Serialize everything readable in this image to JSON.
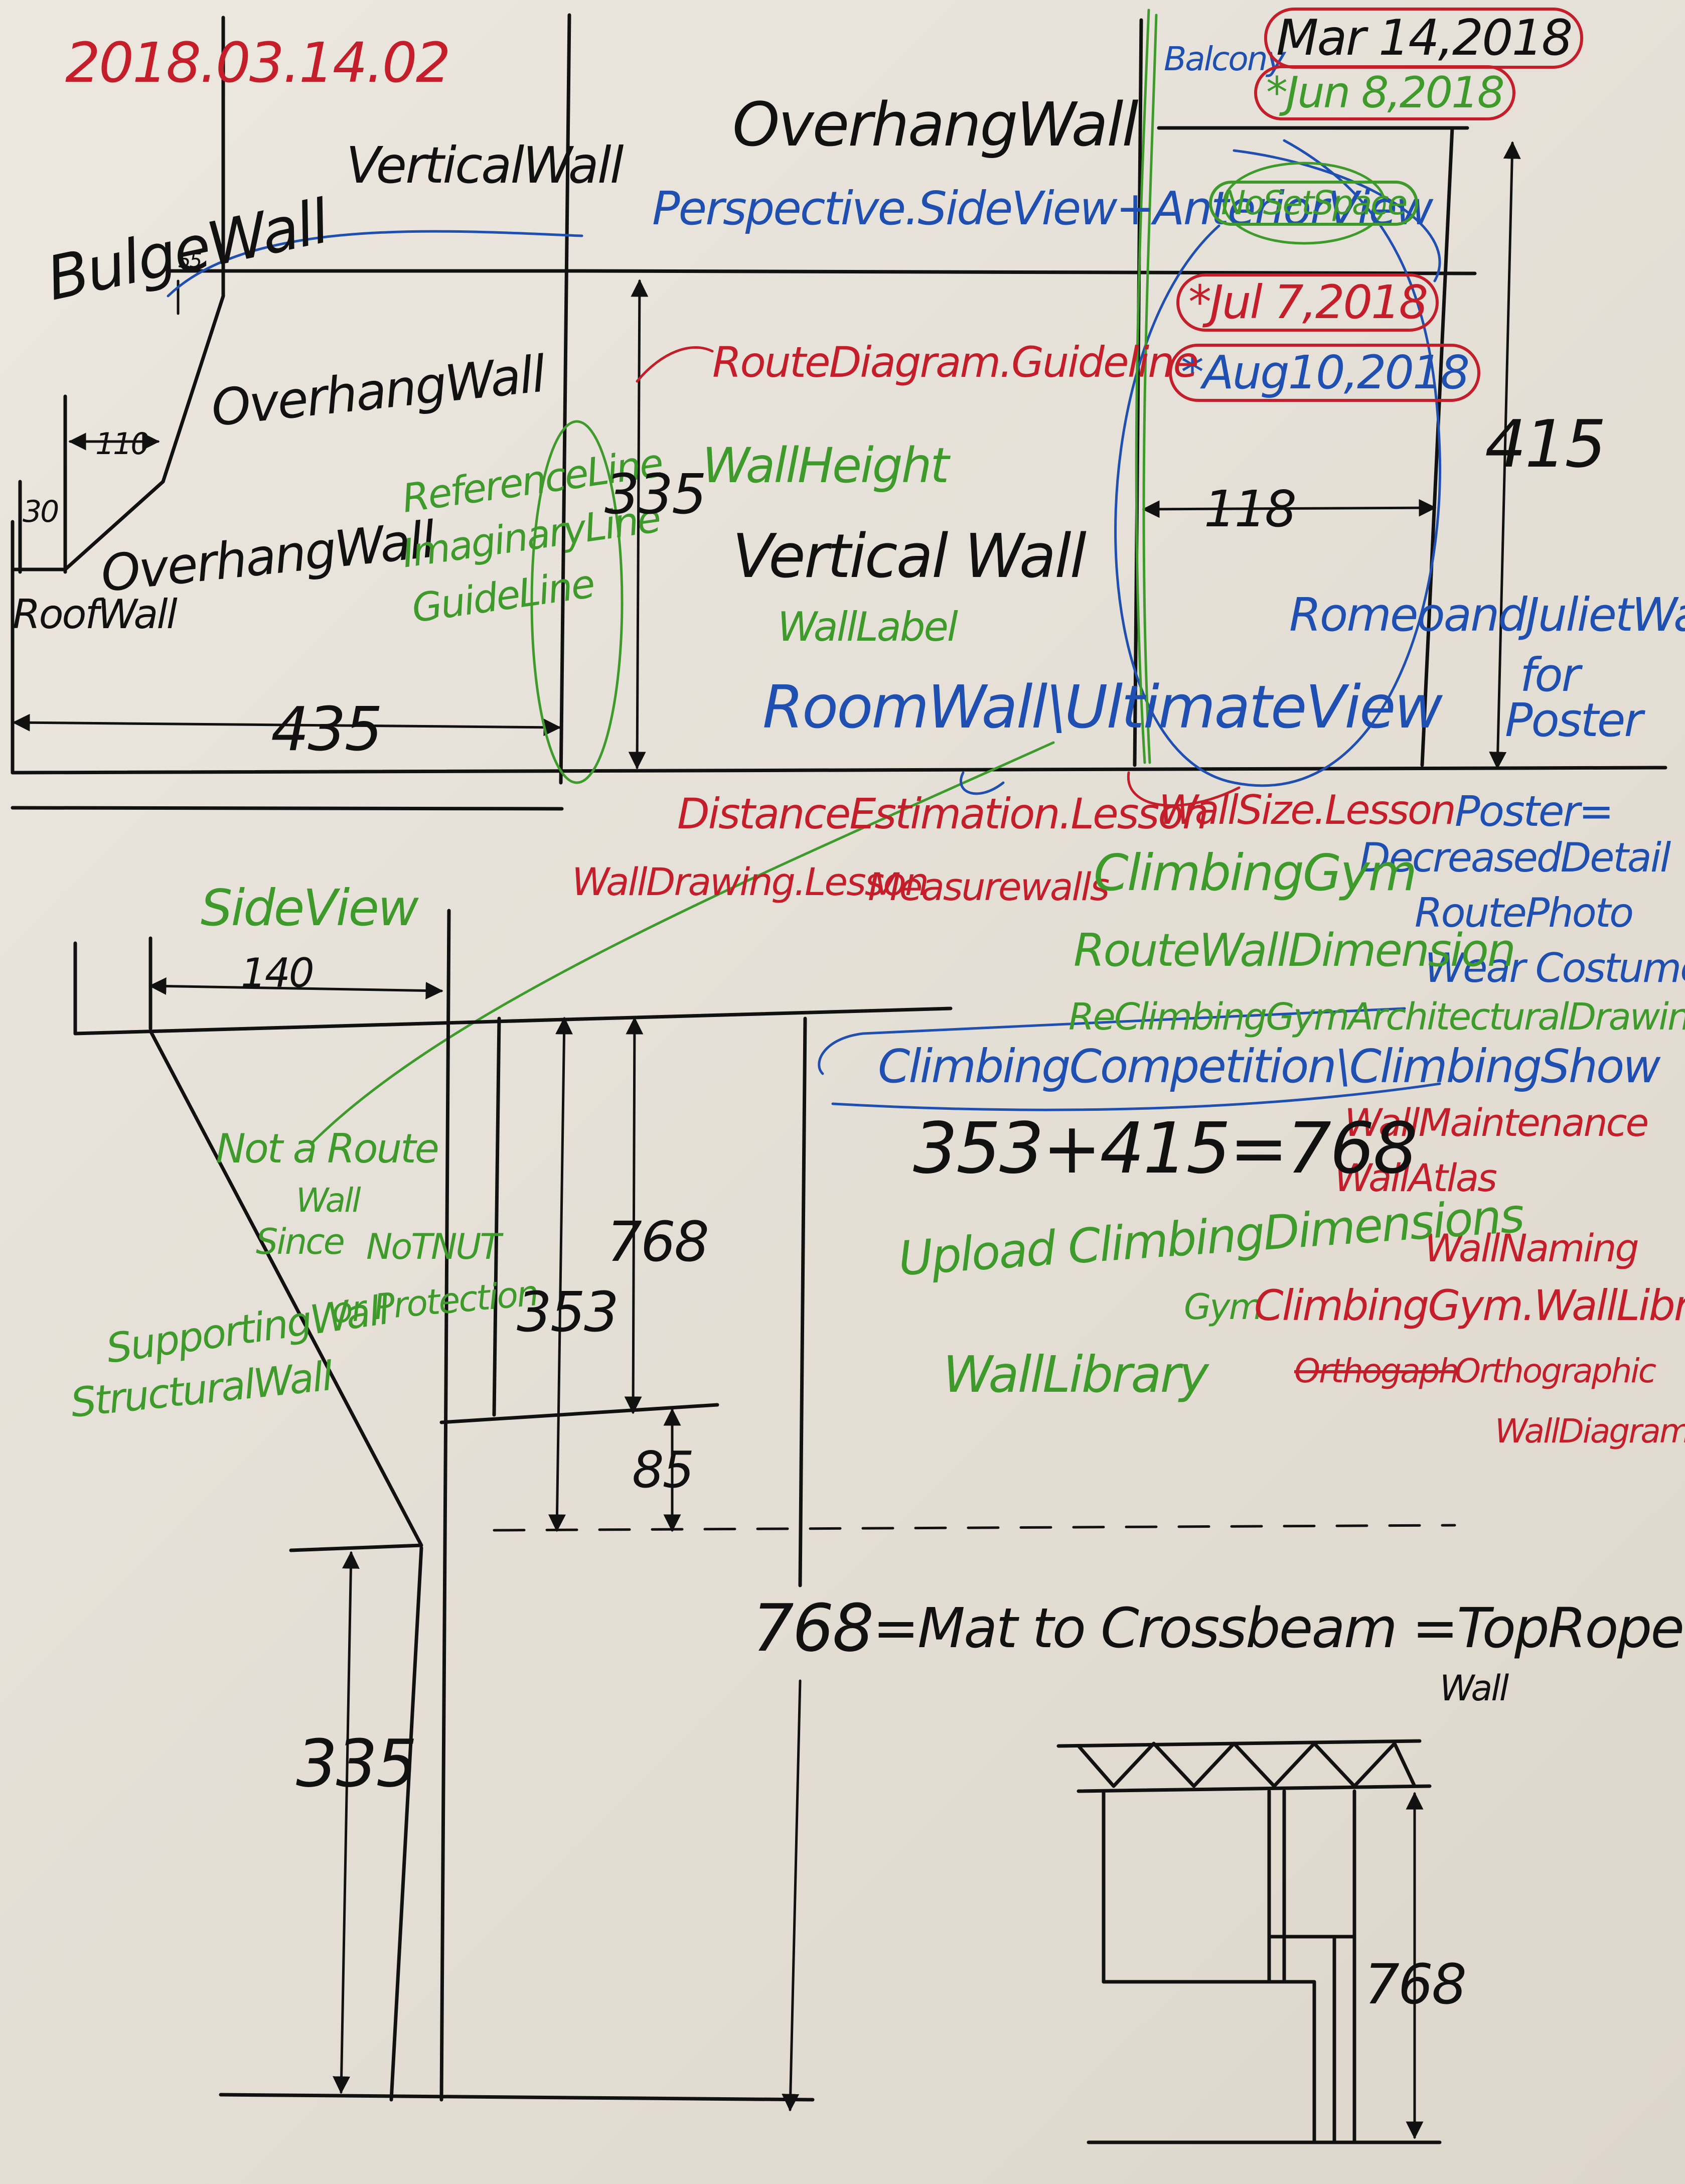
{
  "sheet": {
    "timestamp": "2018.03.14.02",
    "balcony": "Balcony",
    "dates": {
      "mar14": "Mar 14,2018",
      "jun8": "*Jun 8,2018",
      "jul7": "*Jul 7,2018",
      "aug10": "*Aug10,2018"
    }
  },
  "top_section": {
    "labels": {
      "bulge_wall": "BulgeWall",
      "vertical_wall_top": "VerticalWall",
      "overhang_wall_top": "OverhangWall",
      "overhang_wall_mid": "OverhangWall",
      "overhang_wall_low": "OverhangWall",
      "roof_wall": "RoofWall",
      "vertical_wall_center": "Vertical Wall",
      "wall_label": "WallLabel",
      "wall_height": "WallHeight",
      "no_set_space": "NoSetSpace",
      "perspective": "Perspective.SideView+AnteriorView",
      "route_diagram": "RouteDiagram.Guideline",
      "reference_line_1": "ReferenceLine",
      "reference_line_2": "ImaginaryLine",
      "reference_line_3": "GuideLine",
      "room_wall": "RoomWall\\UltimateView",
      "romeo_1": "RomeoandJulietWall",
      "romeo_2": "for",
      "romeo_3": "Poster"
    },
    "dimensions": {
      "d55": "55",
      "d110": "110",
      "d30": "30",
      "d435": "435",
      "d335": "335",
      "d118": "118",
      "d415": "415"
    }
  },
  "notes": {
    "distance_estimation": "DistanceEstimation.Lesson",
    "wall_size": "WallSize.Lesson",
    "poster_1": "Poster=",
    "poster_2": "DecreasedDetail",
    "poster_3": "RoutePhoto",
    "poster_4": "Wear Costumes",
    "wall_drawing": "WallDrawing.Lesson",
    "measure_walls": "Measurewalls",
    "climbing_gym": "ClimbingGym",
    "route_wall_dimension": "RouteWallDimension",
    "architectural": "ReClimbingGymArchitecturalDrawing",
    "competition": "ClimbingCompetition\\ClimbingShow",
    "maintenance": "WallMaintenance",
    "atlas": "WallAtlas",
    "naming": "WallNaming",
    "upload": "Upload ClimbingDimensions",
    "gym_library_1": "Gym",
    "gym_library_2": "ClimbingGym.WallLibrary.",
    "wall_library": "WallLibrary",
    "ortho_struck": "Orthogaph",
    "ortho_1": "Orthographic",
    "ortho_2": "WallDiagram",
    "sum": "353+415=768"
  },
  "side_view": {
    "labels": {
      "title": "SideView",
      "not_route_1": "Not a Route",
      "not_route_2": "Wall",
      "not_route_3": "Since",
      "not_nut_1": "NoTNUT",
      "not_nut_2": "or Protection",
      "supporting_1": "SupportingWall",
      "supporting_2": "StructuralWall",
      "mat_line": "=Mat to Crossbeam =TopRope Height",
      "mat_wall": "Wall"
    },
    "dimensions": {
      "d140": "140",
      "d768_inner": "768",
      "d353": "353",
      "d85": "85",
      "d335": "335",
      "d768_left": "768",
      "d768_truss": "768"
    }
  },
  "colors": {
    "ink_black": "#111111",
    "ink_red": "#c51e2b",
    "ink_green": "#3f9a2c",
    "ink_blue": "#1f4fb0",
    "paper": "#e8e3da"
  }
}
